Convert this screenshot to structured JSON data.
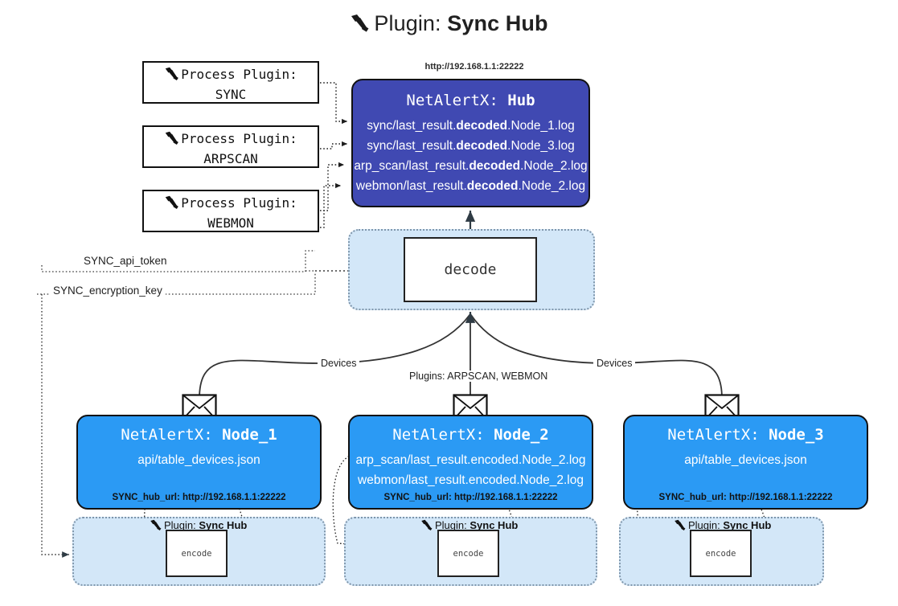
{
  "title": {
    "icon": "plug-icon",
    "prefix": "Plugin:",
    "name": "Sync Hub"
  },
  "process_plugins": [
    {
      "icon": "plug-icon",
      "line1": "Process Plugin:",
      "line2": "SYNC"
    },
    {
      "icon": "plug-icon",
      "line1": "Process Plugin:",
      "line2": "ARPSCAN"
    },
    {
      "icon": "plug-icon",
      "line1": "Process Plugin:",
      "line2": "WEBMON"
    }
  ],
  "hub": {
    "url": "http://192.168.1.1:22222",
    "title_prefix": "NetAlertX:",
    "title_name": "Hub",
    "logs": [
      {
        "pre": "sync/last_result.",
        "em": "decoded",
        "post": ".Node_1.log"
      },
      {
        "pre": "sync/last_result.",
        "em": "decoded",
        "post": ".Node_3.log"
      },
      {
        "pre": "arp_scan/last_result.",
        "em": "decoded",
        "post": ".Node_2.log"
      },
      {
        "pre": "webmon/last_result.",
        "em": "decoded",
        "post": ".Node_2.log"
      }
    ]
  },
  "decode": {
    "label": "decode"
  },
  "keys": [
    {
      "label": "SYNC_api_token"
    },
    {
      "label": "SYNC_encryption_key"
    }
  ],
  "edge_labels": {
    "devices_left": "Devices",
    "devices_right": "Devices",
    "plugins_center": "Plugins: ARPSCAN, WEBMON"
  },
  "nodes": [
    {
      "title_prefix": "NetAlertX:",
      "title_name": "Node_1",
      "lines": [
        "api/table_devices.json"
      ],
      "footer": "SYNC_hub_url: http://192.168.1.1:22222",
      "band_label_prefix": "Plugin:",
      "band_label_name": "Sync Hub",
      "encode_label": "encode",
      "icon": "envelope-icon"
    },
    {
      "title_prefix": "NetAlertX:",
      "title_name": "Node_2",
      "lines": [
        "arp_scan/last_result.encoded.Node_2.log",
        "webmon/last_result.encoded.Node_2.log"
      ],
      "footer": "SYNC_hub_url: http://192.168.1.1:22222",
      "band_label_prefix": "Plugin:",
      "band_label_name": "Sync Hub",
      "encode_label": "encode",
      "icon": "envelope-icon"
    },
    {
      "title_prefix": "NetAlertX:",
      "title_name": "Node_3",
      "lines": [
        "api/table_devices.json"
      ],
      "footer": "SYNC_hub_url: http://192.168.1.1:22222",
      "band_label_prefix": "Plugin:",
      "band_label_name": "Sync Hub",
      "encode_label": "encode",
      "icon": "envelope-icon"
    }
  ],
  "colors": {
    "hub_fill": "#4049b2",
    "node_fill": "#2b9af4",
    "band_fill": "#d3e7f8",
    "band_border": "#7f96ab",
    "stroke": "#111111",
    "background": "#ffffff"
  }
}
